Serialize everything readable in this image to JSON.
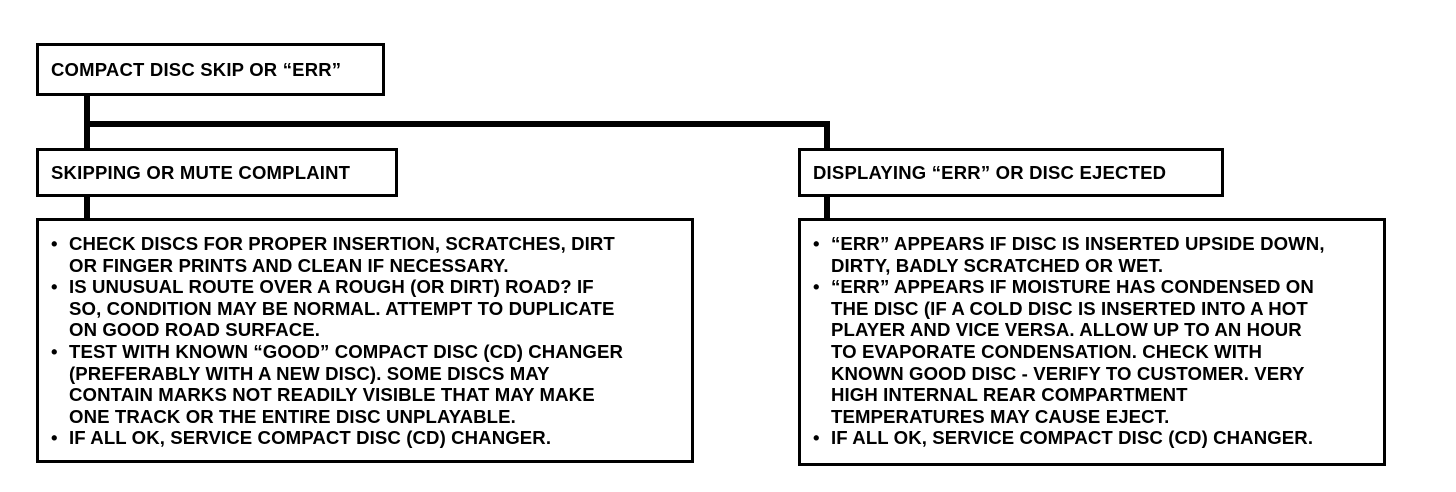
{
  "root": {
    "title": "COMPACT DISC SKIP OR “ERR”"
  },
  "left_branch": {
    "title": "SKIPPING OR MUTE COMPLAINT",
    "items": [
      "CHECK DISCS FOR PROPER INSERTION, SCRATCHES, DIRT\nOR FINGER PRINTS AND CLEAN IF NECESSARY.",
      "IS UNUSUAL ROUTE OVER A ROUGH (OR DIRT) ROAD? IF\nSO, CONDITION MAY BE NORMAL. ATTEMPT TO DUPLICATE\nON GOOD ROAD SURFACE.",
      "TEST WITH KNOWN “GOOD” COMPACT DISC (CD) CHANGER\n(PREFERABLY WITH A NEW DISC). SOME DISCS MAY\nCONTAIN MARKS NOT READILY VISIBLE THAT MAY MAKE\nONE TRACK OR THE ENTIRE DISC UNPLAYABLE.",
      "IF ALL OK, SERVICE COMPACT DISC (CD) CHANGER."
    ]
  },
  "right_branch": {
    "title": "DISPLAYING “ERR” OR DISC EJECTED",
    "items": [
      "“ERR” APPEARS IF DISC IS INSERTED UPSIDE DOWN,\nDIRTY, BADLY SCRATCHED OR WET.",
      "“ERR” APPEARS IF MOISTURE HAS CONDENSED ON\nTHE DISC (IF A COLD DISC IS INSERTED INTO A HOT\nPLAYER AND VICE VERSA. ALLOW UP TO AN HOUR\nTO EVAPORATE CONDENSATION. CHECK WITH\nKNOWN GOOD DISC - VERIFY TO CUSTOMER. VERY\nHIGH INTERNAL REAR COMPARTMENT\nTEMPERATURES MAY CAUSE EJECT.",
      "IF ALL OK, SERVICE COMPACT DISC (CD) CHANGER."
    ]
  },
  "colors": {
    "ink": "#000000",
    "paper": "#ffffff"
  }
}
